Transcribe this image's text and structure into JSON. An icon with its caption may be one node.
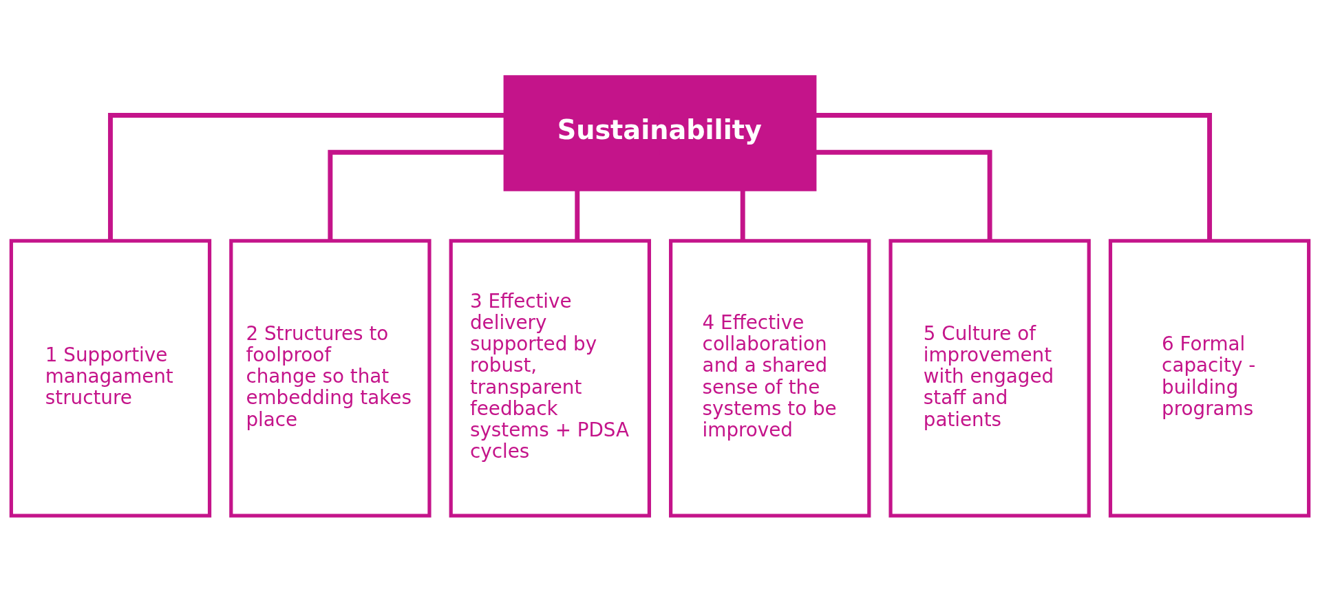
{
  "diagram": {
    "nodes": [
      {
        "text": [
          "Sustainability"
        ]
      },
      {
        "text": [
          "1 Supportive managament structure"
        ]
      },
      {
        "text": [
          "2 Structures to foolproof change so that embedding takes place"
        ]
      },
      {
        "text": [
          "3 Effective delivery supported by robust, transparent feedback systems + PDSA cycles"
        ]
      },
      {
        "text": [
          "4 Effective collaboration and a shared sense of the systems to be improved"
        ]
      },
      {
        "text": [
          "5 Culture of improvement with engaged staff and patients"
        ]
      },
      {
        "text": [
          "6 Formal capacity - building programs"
        ]
      }
    ],
    "edges": [
      {
        "from": 0,
        "to": 1,
        "arrow": "none"
      },
      {
        "from": 0,
        "to": 2,
        "arrow": "none"
      },
      {
        "from": 0,
        "to": 3,
        "arrow": "none"
      },
      {
        "from": 0,
        "to": 4,
        "arrow": "none"
      },
      {
        "from": 0,
        "to": 5,
        "arrow": "none"
      },
      {
        "from": 0,
        "to": 6,
        "arrow": "none"
      }
    ]
  }
}
